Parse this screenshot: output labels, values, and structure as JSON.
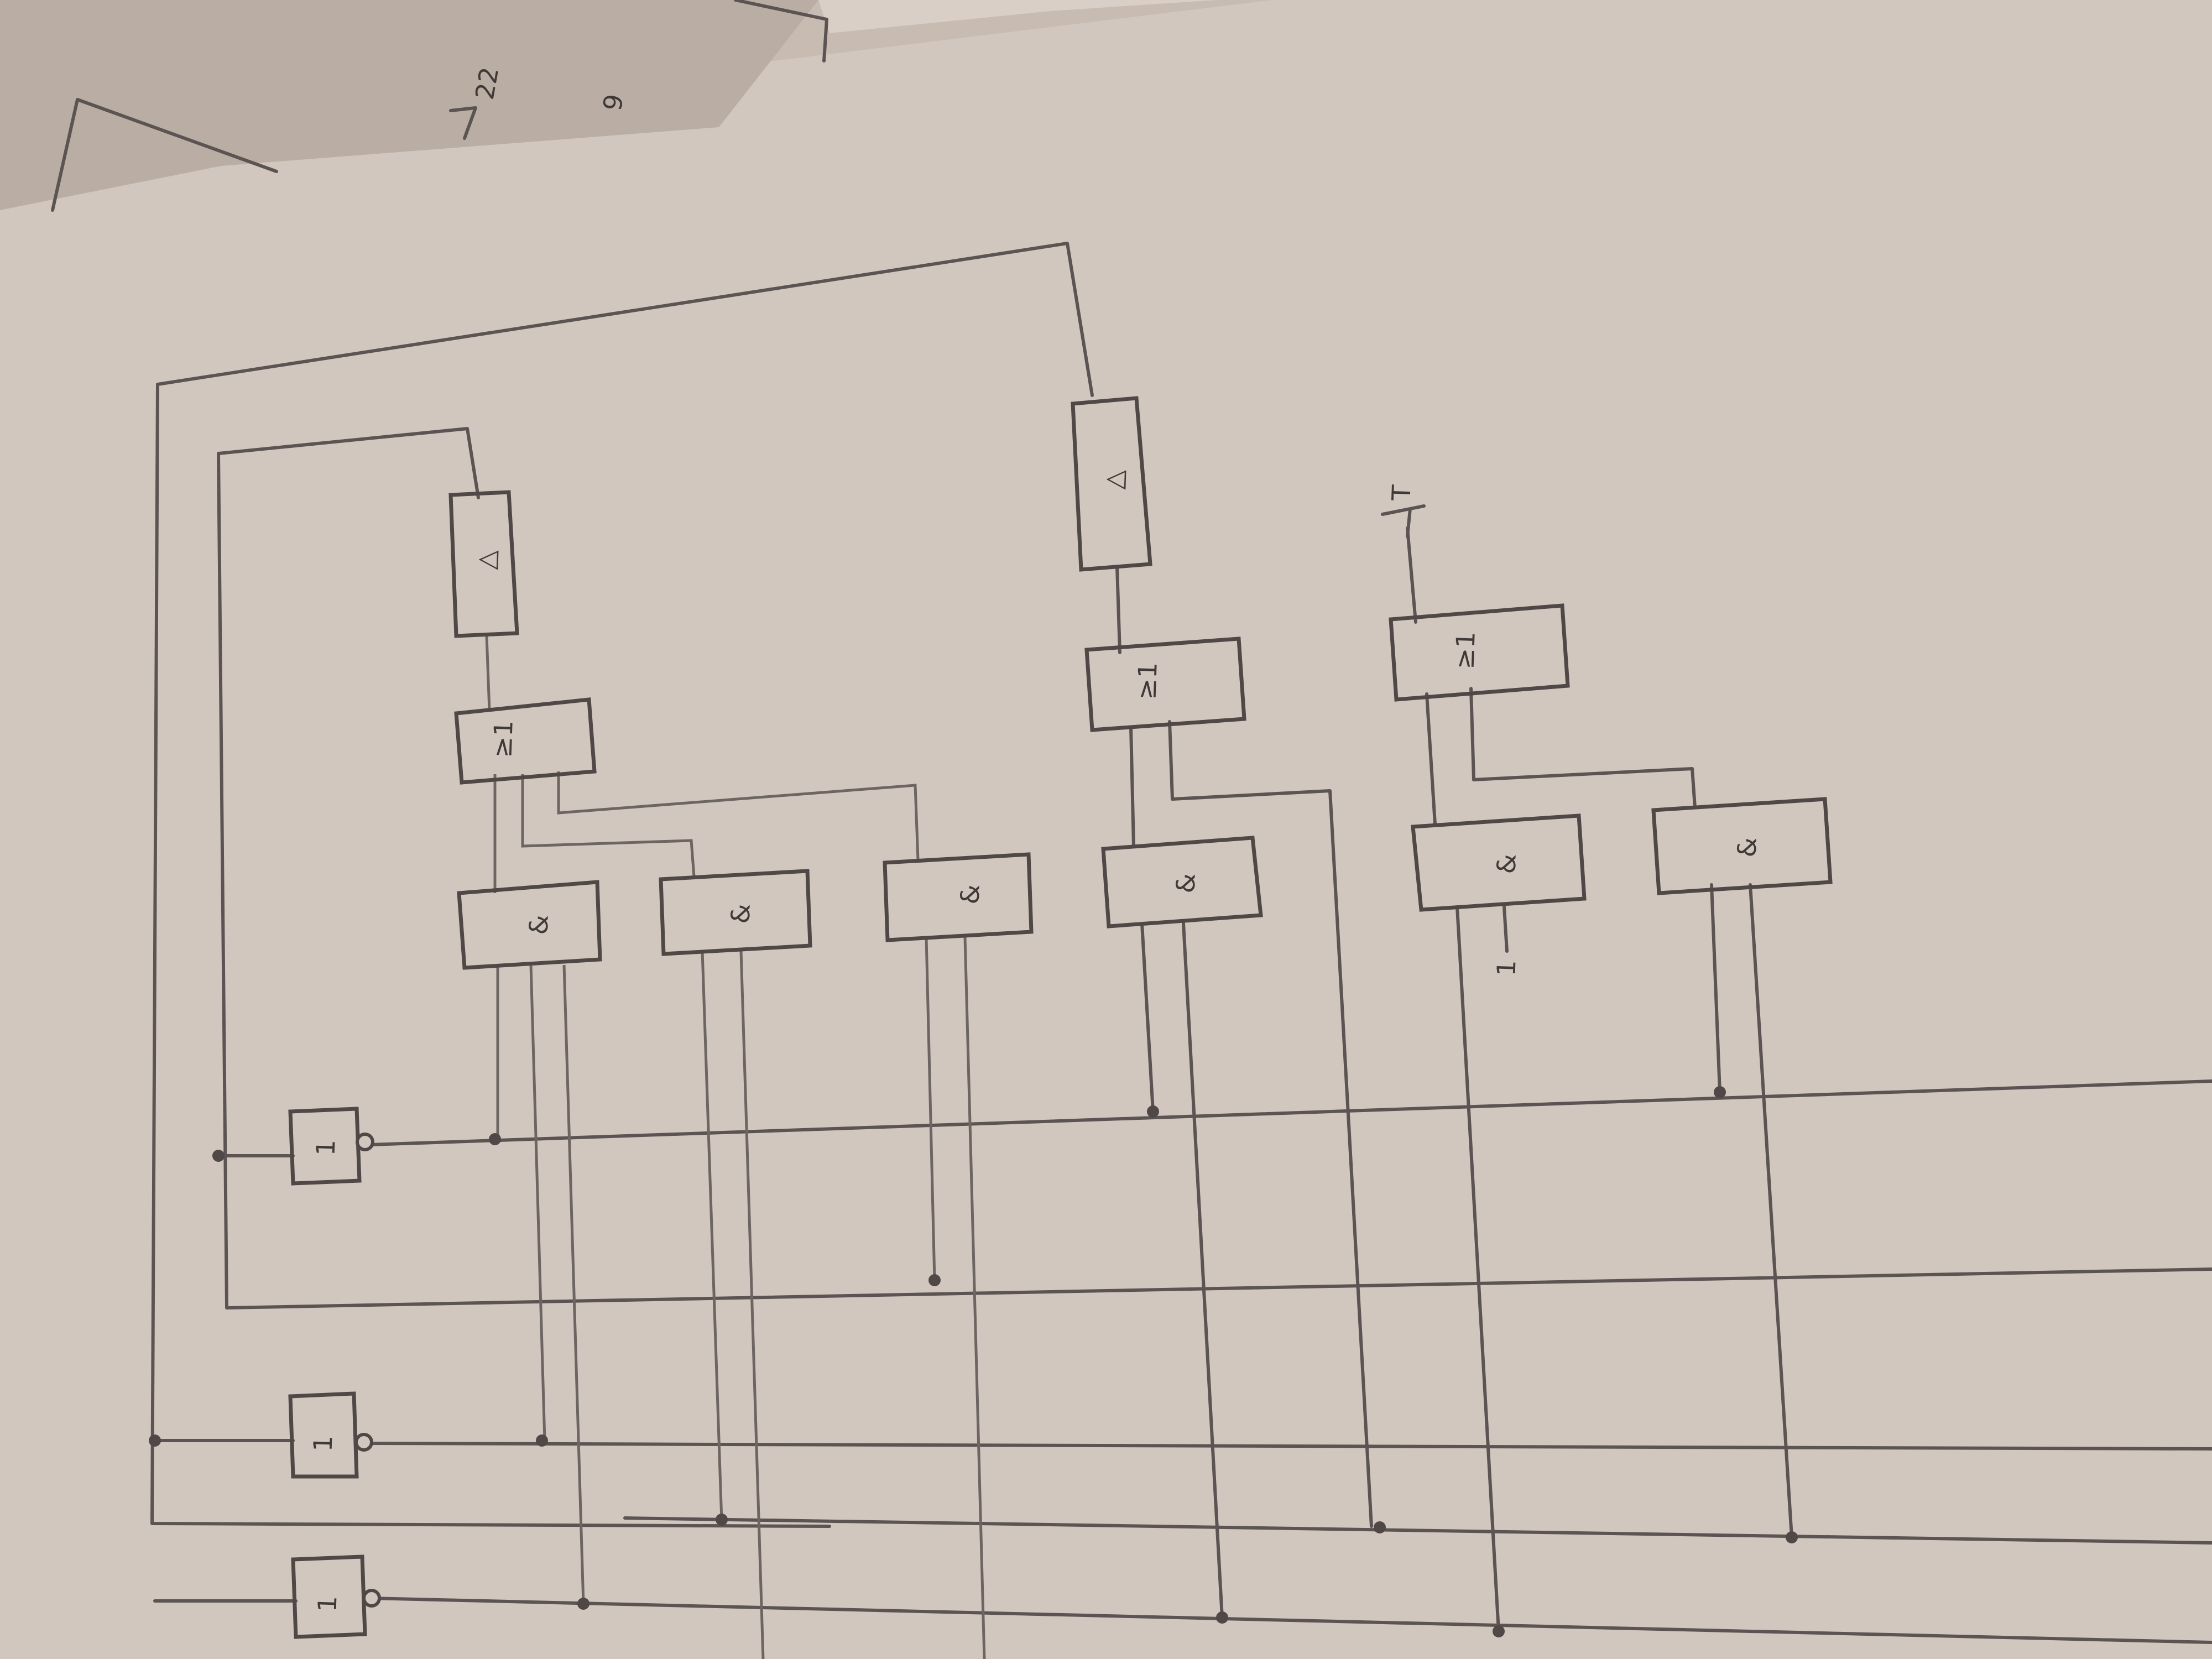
{
  "colors": {
    "paper": "#d2c7bf",
    "background_paper": "#c7bbb2",
    "pencil": "#4f4846"
  },
  "page_corner_marks": [
    "22",
    "9"
  ],
  "gates": {
    "and_labels": [
      "&",
      "&",
      "&",
      "&",
      "&",
      "&"
    ],
    "or_labels": [
      "≥1",
      "≥1",
      "≥1"
    ],
    "output_buffer_labels": [
      "△",
      "△"
    ],
    "inverter_labels": [
      "1",
      "1",
      "1"
    ]
  },
  "terminals": {
    "output_label": "T",
    "constant_input_label": "1"
  }
}
